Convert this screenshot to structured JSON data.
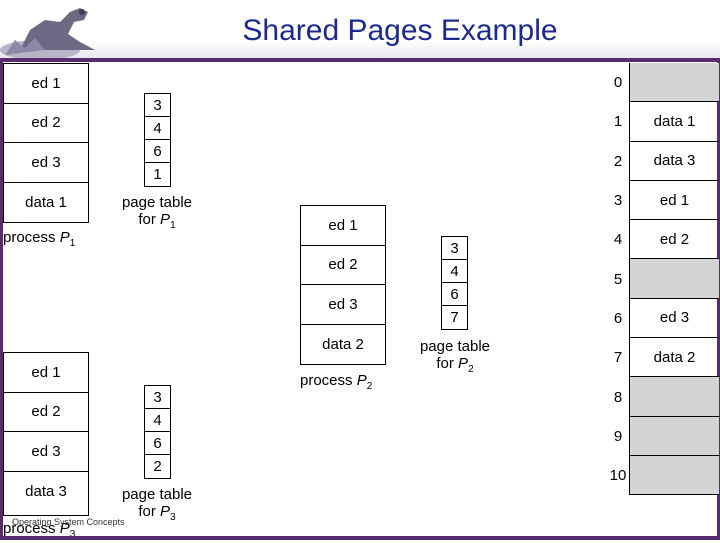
{
  "title": "Shared Pages Example",
  "footer": "Operating System Concepts",
  "processes": [
    {
      "id": "p1",
      "pages": [
        "ed 1",
        "ed 2",
        "ed 3",
        "data 1"
      ],
      "label_text": "process",
      "label_sub": "1",
      "page_table": [
        "3",
        "4",
        "6",
        "1"
      ],
      "pt_label": "page table",
      "pt_for": "for",
      "pt_sub": "1"
    },
    {
      "id": "p2",
      "pages": [
        "ed 1",
        "ed 2",
        "ed 3",
        "data 2"
      ],
      "label_text": "process",
      "label_sub": "2",
      "page_table": [
        "3",
        "4",
        "6",
        "7"
      ],
      "pt_label": "page table",
      "pt_for": "for",
      "pt_sub": "2"
    },
    {
      "id": "p3",
      "pages": [
        "ed 1",
        "ed 2",
        "ed 3",
        "data 3"
      ],
      "label_text": "process",
      "label_sub": "3",
      "page_table": [
        "3",
        "4",
        "6",
        "2"
      ],
      "pt_label": "page table",
      "pt_for": "for",
      "pt_sub": "3"
    }
  ],
  "memory": {
    "frame_numbers": [
      "0",
      "1",
      "2",
      "3",
      "4",
      "5",
      "6",
      "7",
      "8",
      "9",
      "10"
    ],
    "frames": [
      "",
      "data 1",
      "data 3",
      "ed 1",
      "ed 2",
      "",
      "ed 3",
      "data 2",
      "",
      "",
      ""
    ],
    "free_color": "#d4d4d4"
  },
  "colors": {
    "title": "#1c2a8f",
    "frame": "#5a2a6e"
  }
}
